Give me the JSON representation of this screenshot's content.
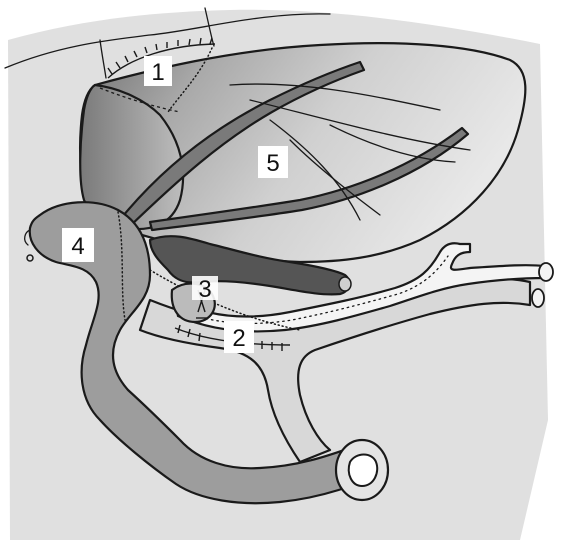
{
  "labels": {
    "l1": "1",
    "l2": "2",
    "l3": "3",
    "l4": "4",
    "l5": "5"
  },
  "colors": {
    "liver_light": "#e2e2e2",
    "liver_dark": "#8f8f8f",
    "bowel": "#9d9d9d",
    "vessel": "#dcdcdc",
    "pancreas": "#555555",
    "background_organ": "#d8d8d8"
  }
}
